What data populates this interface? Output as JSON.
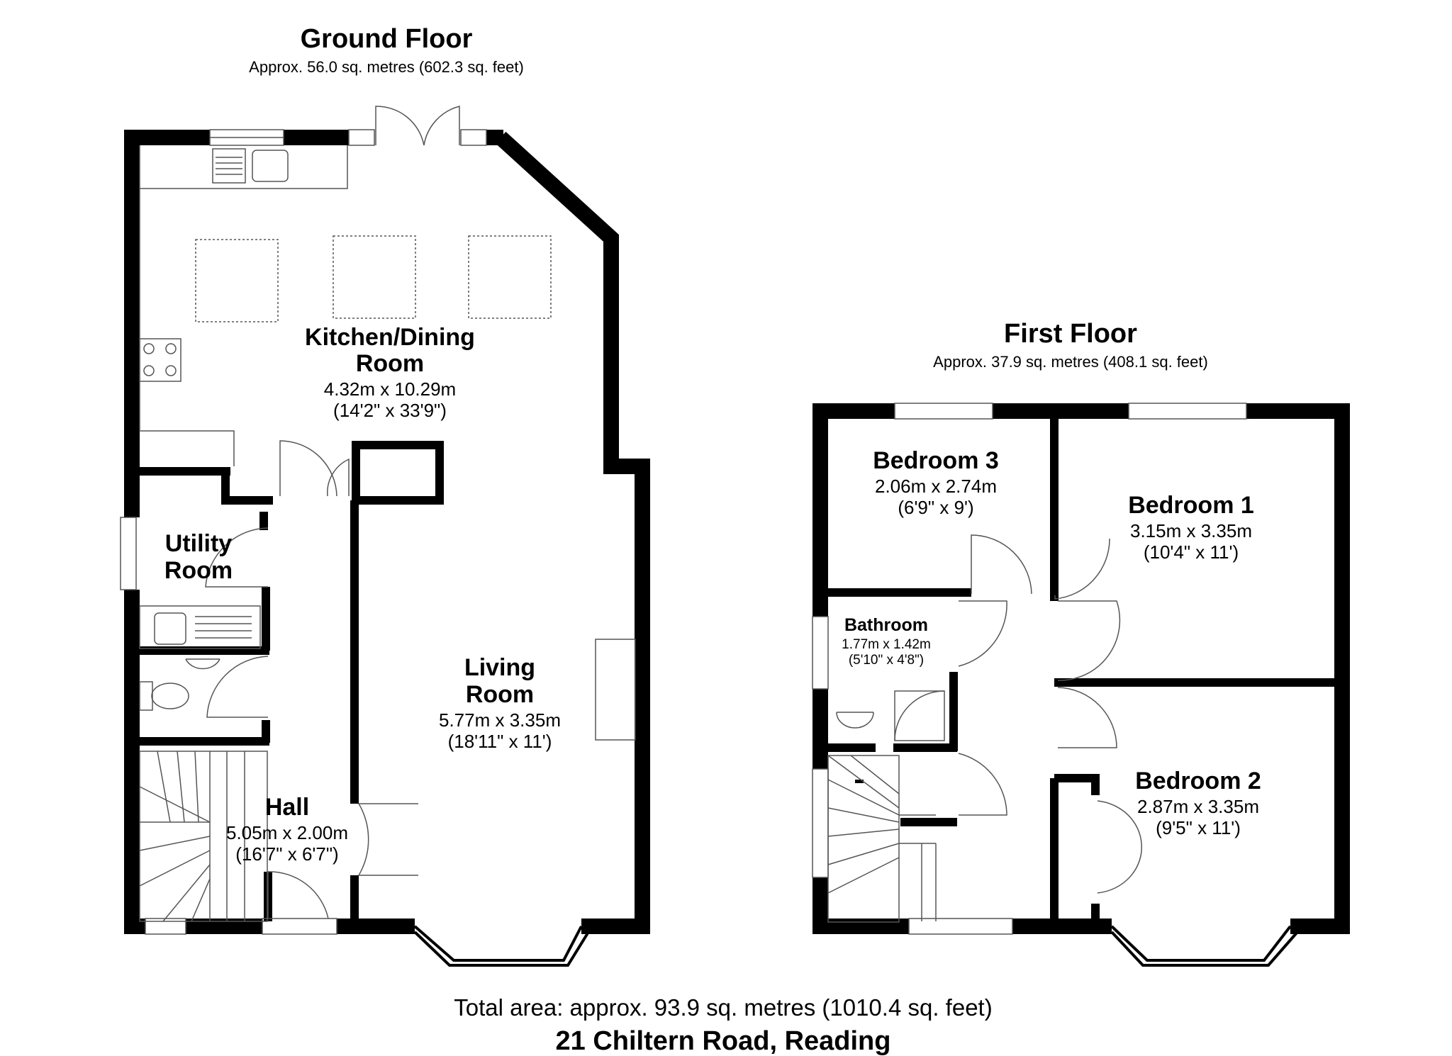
{
  "ground_floor": {
    "title": "Ground Floor",
    "area": "Approx. 56.0 sq. metres (602.3 sq. feet)",
    "rooms": {
      "kitchen": {
        "name_line1": "Kitchen/Dining",
        "name_line2": "Room",
        "metric": "4.32m x 10.29m",
        "imperial": "(14'2\" x 33'9\")"
      },
      "utility": {
        "name_line1": "Utility",
        "name_line2": "Room"
      },
      "living": {
        "name_line1": "Living",
        "name_line2": "Room",
        "metric": "5.77m x 3.35m",
        "imperial": "(18'11\" x 11')"
      },
      "hall": {
        "name": "Hall",
        "metric": "5.05m x 2.00m",
        "imperial": "(16'7\" x 6'7\")"
      }
    }
  },
  "first_floor": {
    "title": "First Floor",
    "area": "Approx. 37.9 sq. metres (408.1 sq. feet)",
    "rooms": {
      "bedroom3": {
        "name": "Bedroom 3",
        "metric": "2.06m x 2.74m",
        "imperial": "(6'9\" x 9')"
      },
      "bedroom1": {
        "name": "Bedroom 1",
        "metric": "3.15m x 3.35m",
        "imperial": "(10'4\" x 11')"
      },
      "bathroom": {
        "name": "Bathroom",
        "metric": "1.77m x 1.42m",
        "imperial": "(5'10\" x 4'8\")"
      },
      "bedroom2": {
        "name": "Bedroom 2",
        "metric": "2.87m x 3.35m",
        "imperial": "(9'5\" x 11')"
      }
    }
  },
  "footer": {
    "total_area": "Total area: approx. 93.9 sq. metres (1010.4 sq. feet)",
    "address": "21 Chiltern Road, Reading"
  },
  "colors": {
    "wall": "#000000",
    "fixture": "#555555",
    "background": "#ffffff"
  }
}
